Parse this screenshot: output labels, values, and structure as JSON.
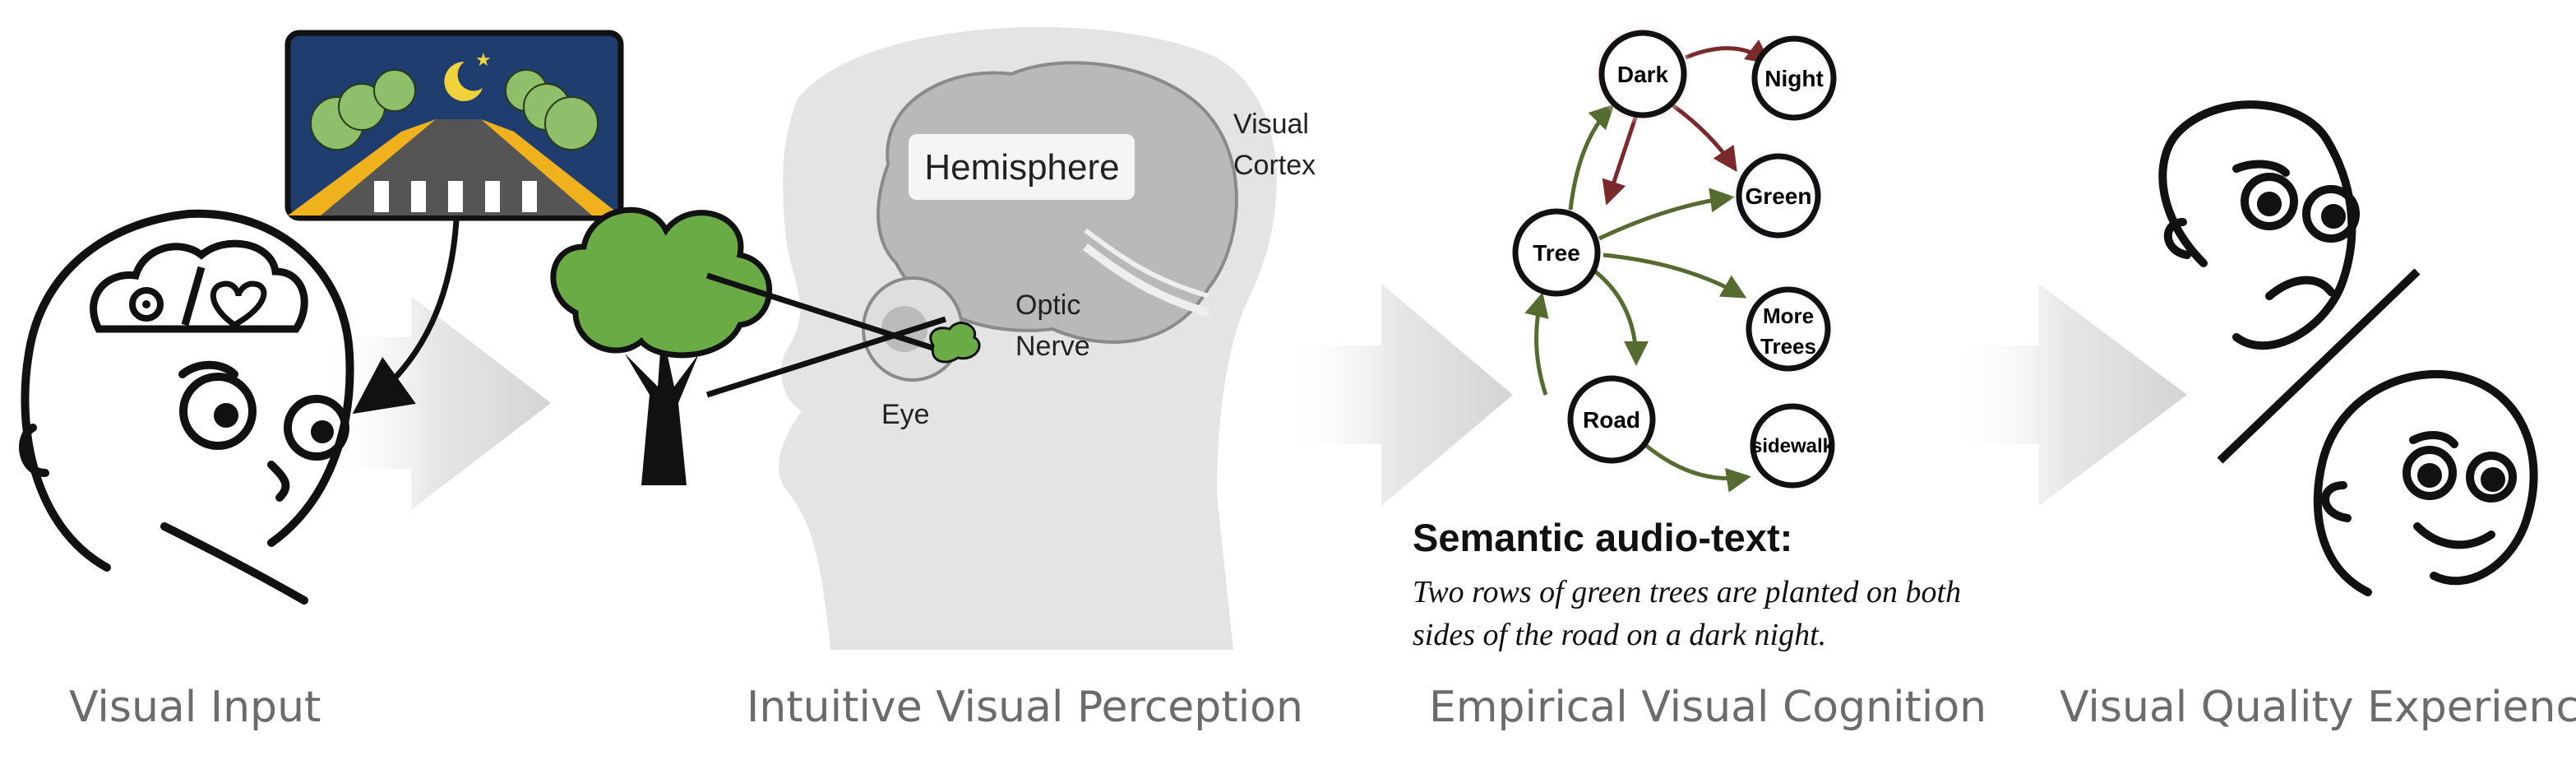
{
  "stages": {
    "input": "Visual Input",
    "perception": "Intuitive Visual Perception",
    "cognition": "Empirical Visual Cognition",
    "experience": "Visual Quality Experience"
  },
  "brain": {
    "hemisphere": "Hemisphere",
    "visual_cortex_line1": "Visual",
    "visual_cortex_line2": "Cortex",
    "optic_line1": "Optic",
    "optic_line2": "Nerve",
    "eye": "Eye"
  },
  "graph": {
    "nodes": {
      "dark": "Dark",
      "night": "Night",
      "green": "Green",
      "tree": "Tree",
      "more_trees_line1": "More",
      "more_trees_line2": "Trees",
      "road": "Road",
      "sidewalk": "sidewalk"
    },
    "edge_colors": {
      "dark_edges": "#7a2a2a",
      "tree_edges": "#556b2f"
    }
  },
  "semantic": {
    "title": "Semantic audio-text:",
    "line1": "Two rows of green trees are planted on both",
    "line2": "sides of the road on a dark night."
  },
  "colors": {
    "tree_green": "#6aab45",
    "night_sky": "#1f3d6e",
    "road_yellow": "#f0b21c",
    "arrow_gray": "#d9d9d9",
    "label_gray": "#6b6b6b"
  },
  "icons": [
    "gear-icon",
    "heart-icon",
    "moon-icon",
    "tree-icon",
    "eye-icon",
    "brain-icon"
  ]
}
